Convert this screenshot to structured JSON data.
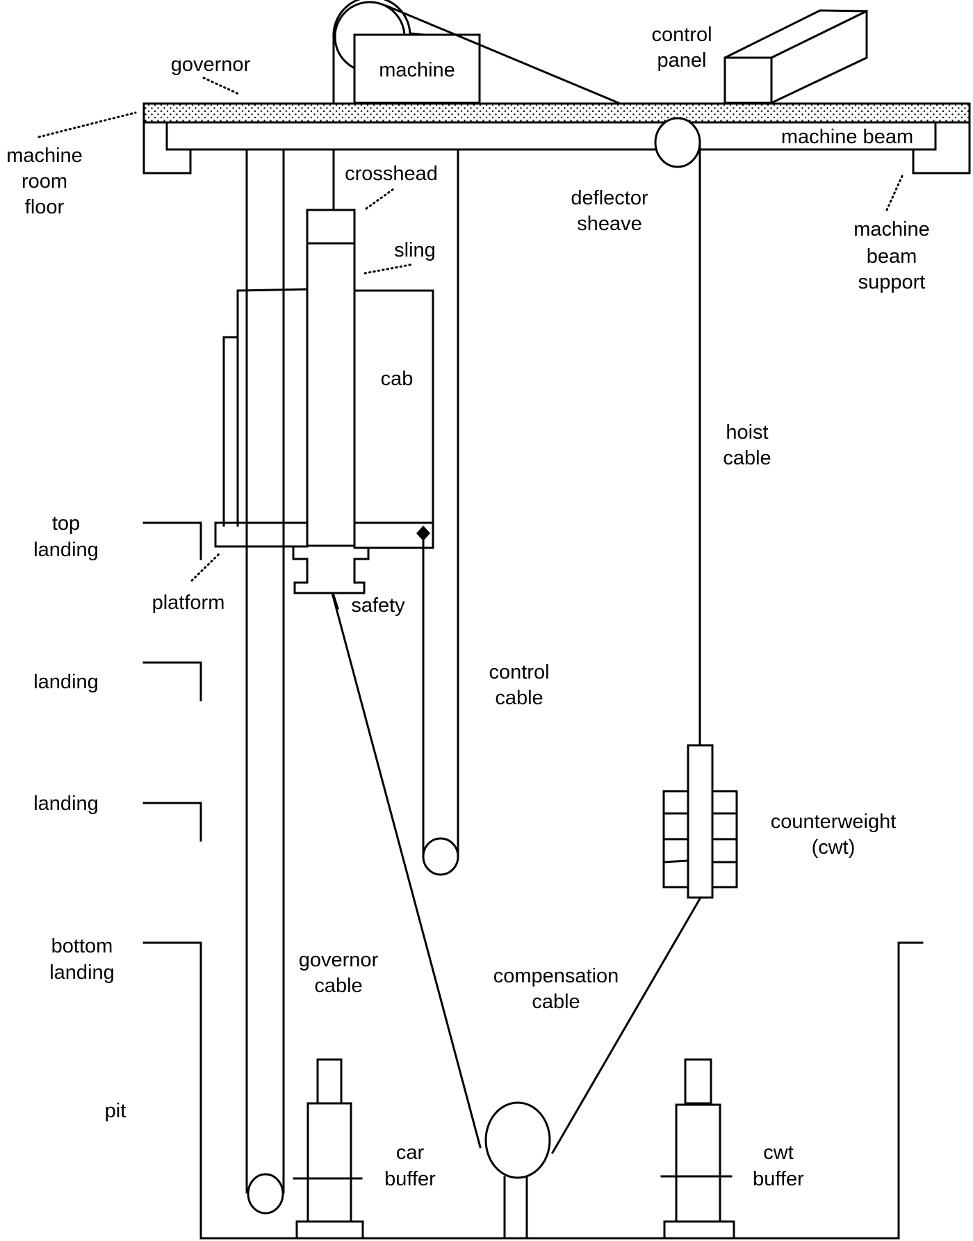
{
  "diagram": {
    "title": "Traction elevator system components",
    "colors": {
      "line": "#000000",
      "background": "#ffffff",
      "floor_pattern": "#000000"
    },
    "labels": {
      "governor": [
        "governor"
      ],
      "machine": [
        "machine"
      ],
      "control_panel": [
        "control",
        "panel"
      ],
      "machine_room_floor": [
        "machine",
        "room",
        "floor"
      ],
      "machine_beam": [
        "machine beam"
      ],
      "crosshead": [
        "crosshead"
      ],
      "deflector_sheave": [
        "deflector",
        "sheave"
      ],
      "machine_beam_support": [
        "machine",
        "beam",
        "support"
      ],
      "sling": [
        "sling"
      ],
      "cab": [
        "cab"
      ],
      "hoist_cable": [
        "hoist",
        "cable"
      ],
      "top_landing": [
        "top",
        "landing"
      ],
      "platform": [
        "platform"
      ],
      "safety": [
        "safety"
      ],
      "control_cable": [
        "control",
        "cable"
      ],
      "landing_1": [
        "landing"
      ],
      "landing_2": [
        "landing"
      ],
      "counterweight": [
        "counterweight",
        "(cwt)"
      ],
      "bottom_landing": [
        "bottom",
        "landing"
      ],
      "governor_cable": [
        "governor",
        "cable"
      ],
      "compensation_cable": [
        "compensation",
        "cable"
      ],
      "pit": [
        "pit"
      ],
      "car_buffer": [
        "car",
        "buffer"
      ],
      "cwt_buffer": [
        "cwt",
        "buffer"
      ]
    }
  }
}
